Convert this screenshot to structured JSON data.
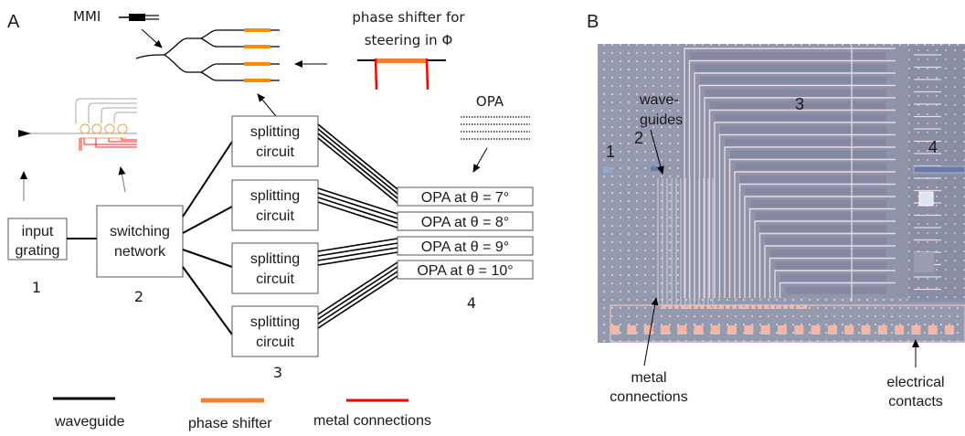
{
  "panel_a": {
    "label": "A",
    "mmi_label": "MMI",
    "phase_shifter_caption_line1": "phase shifter for",
    "phase_shifter_caption_line2": "steering in Φ",
    "opa_caption": "OPA",
    "blocks": {
      "input_grating": [
        "input",
        "grating"
      ],
      "switching_network": [
        "switching",
        "network"
      ],
      "splitting_circuit": [
        "splitting",
        "circuit"
      ]
    },
    "opa_boxes": [
      "OPA at θ = 7°",
      "OPA at θ = 8°",
      "OPA at θ = 9°",
      "OPA at θ = 10°"
    ],
    "stage_numbers": [
      "1",
      "2",
      "3",
      "4"
    ],
    "legend": [
      {
        "label": "waveguide",
        "color": "#000000"
      },
      {
        "label": "phase shifter",
        "color": "#f08030"
      },
      {
        "label": "metal connections",
        "color": "#ff0000"
      }
    ],
    "colors": {
      "phase_shifter": "#ff8c00",
      "metal": "#ff0000",
      "ring": "#f0a050"
    }
  },
  "panel_b": {
    "label": "B",
    "annotations": {
      "waveguides": [
        "wave-",
        "guides"
      ],
      "num1": "1",
      "num2": "2",
      "num3": "3",
      "num4": "4",
      "metal_connections": [
        "metal",
        "connections"
      ],
      "electrical_contacts": [
        "electrical",
        "contacts"
      ]
    },
    "colors": {
      "chip_bg": "#8e92a8",
      "trace": "#e8d8e0",
      "pad": "#f0b8a8"
    }
  }
}
